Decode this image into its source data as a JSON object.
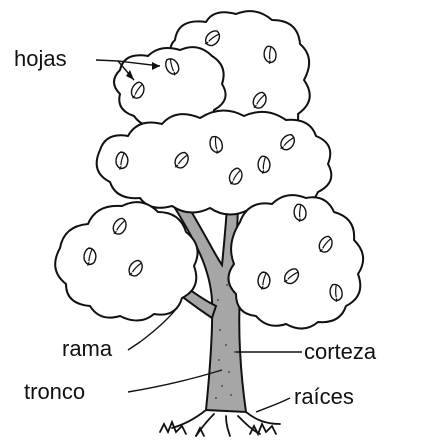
{
  "diagram": {
    "labels": {
      "hojas": "hojas",
      "rama": "rama",
      "corteza": "corteza",
      "tronco": "tronco",
      "raices": "raíces"
    }
  },
  "colors": {
    "trunk": "#a6a6a6",
    "foliage": "#ffffff",
    "outline": "#111111"
  }
}
